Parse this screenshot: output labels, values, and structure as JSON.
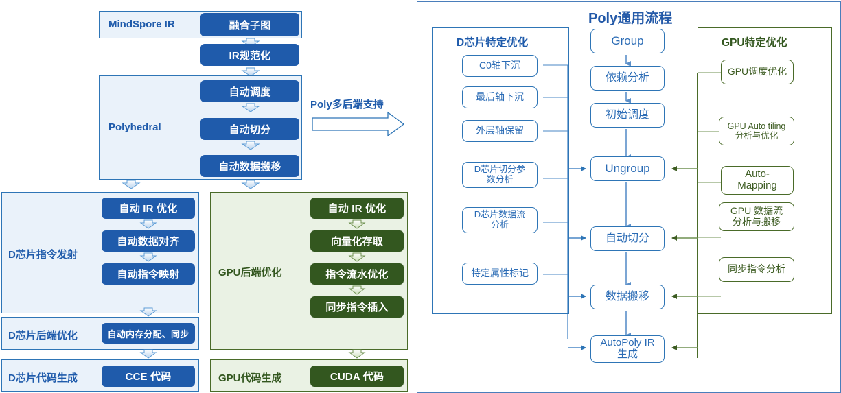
{
  "colors": {
    "blue_fill": "#1f5bab",
    "green_fill": "#33571f",
    "blue_panel_bg": "#eaf2fa",
    "green_panel_bg": "#eaf2e4",
    "blue_line": "#2e75b6",
    "green_line": "#4a6b29",
    "title_blue": "#2359a8"
  },
  "left": {
    "mindspore": {
      "label": "MindSpore IR",
      "box": "融合子图"
    },
    "ir_norm": "IR规范化",
    "polyhedral": {
      "label": "Polyhedral",
      "boxes": [
        "自动调度",
        "自动切分",
        "自动数据搬移"
      ]
    },
    "dchip_issue": {
      "label": "D芯片指令发射",
      "boxes": [
        "自动 IR 优化",
        "自动数据对齐",
        "自动指令映射"
      ]
    },
    "dchip_backend": {
      "label": "D芯片后端优化",
      "box": "自动内存分配、同步"
    },
    "dchip_codegen": {
      "label": "D芯片代码生成",
      "box": "CCE 代码"
    },
    "gpu_backend": {
      "label": "GPU后端优化",
      "boxes": [
        "自动 IR 优化",
        "向量化存取",
        "指令流水优化",
        "同步指令插入"
      ]
    },
    "gpu_codegen": {
      "label": "GPU代码生成",
      "box": "CUDA 代码"
    }
  },
  "bridge": {
    "label": "Poly多后端支持"
  },
  "right": {
    "title": "Poly通用流程",
    "dchip_specific": {
      "title": "D芯片特定优化",
      "items": [
        "C0轴下沉",
        "最后轴下沉",
        "外层轴保留",
        "D芯片切分参\n数分析",
        "D芯片数据流\n分析",
        "特定属性标记"
      ]
    },
    "flow": {
      "items": [
        "Group",
        "依赖分析",
        "初始调度",
        "Ungroup",
        "自动切分",
        "数据搬移",
        "AutoPoly IR\n生成"
      ]
    },
    "gpu_specific": {
      "title": "GPU特定优化",
      "items": [
        "GPU调度优化",
        "GPU Auto tiling\n分析与优化",
        "Auto-\nMapping",
        "GPU 数据流\n分析与搬移",
        "同步指令分析"
      ]
    }
  }
}
